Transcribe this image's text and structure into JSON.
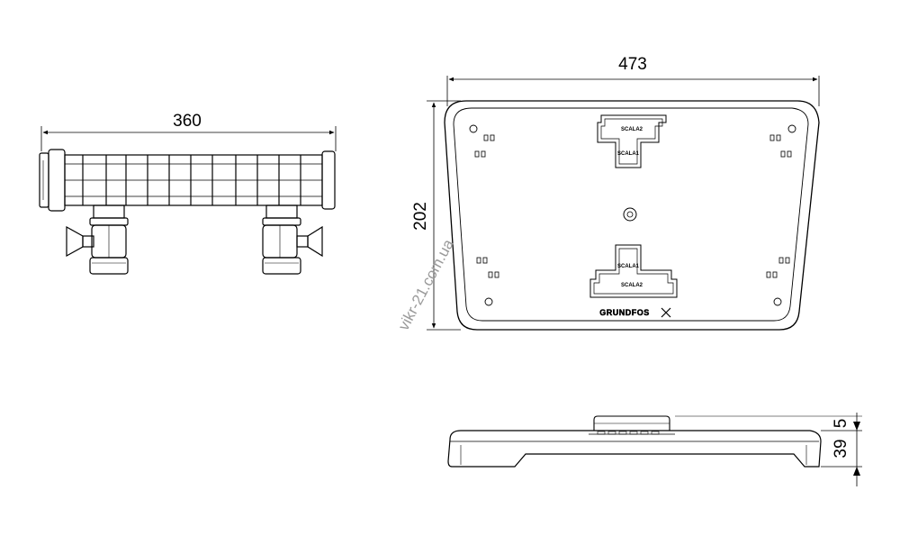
{
  "dimensions": {
    "manifold_width": "360",
    "plate_width": "473",
    "plate_height": "202",
    "side_top_height": "5",
    "side_total_height": "39"
  },
  "plate_labels": {
    "upper_slot_top": "SCALA2",
    "upper_slot_bottom": "SCALA1",
    "lower_slot_top": "SCALA1",
    "lower_slot_bottom": "SCALA2"
  },
  "brand": "GRUNDFOS",
  "watermark": "vikr-21.com.ua"
}
